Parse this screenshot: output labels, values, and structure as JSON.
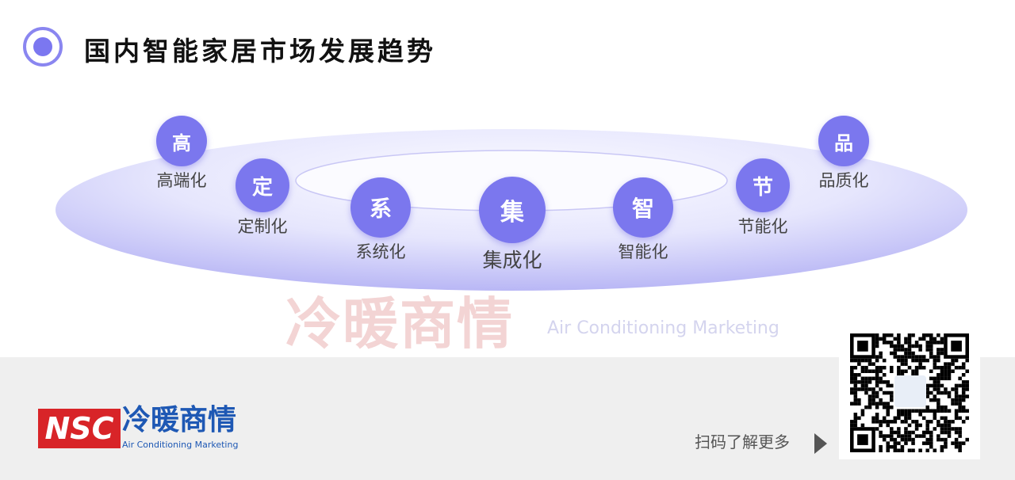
{
  "header": {
    "title": "国内智能家居市场发展趋势"
  },
  "nodes": [
    {
      "char": "高",
      "label": "高端化"
    },
    {
      "char": "定",
      "label": "定制化"
    },
    {
      "char": "系",
      "label": "系统化"
    },
    {
      "char": "集",
      "label": "集成化"
    },
    {
      "char": "智",
      "label": "智能化"
    },
    {
      "char": "节",
      "label": "节能化"
    },
    {
      "char": "品",
      "label": "品质化"
    }
  ],
  "watermark": {
    "cn": "冷暖商情",
    "en": "Air Conditioning Marketing"
  },
  "footer": {
    "logo_mark": "NSC",
    "logo_cn": "冷暖商情",
    "logo_en": "Air Conditioning Marketing",
    "scan_text": "扫码了解更多"
  },
  "colors": {
    "accent": "#7b77ee",
    "brand_red": "#d82428",
    "brand_blue": "#1e58b4"
  }
}
